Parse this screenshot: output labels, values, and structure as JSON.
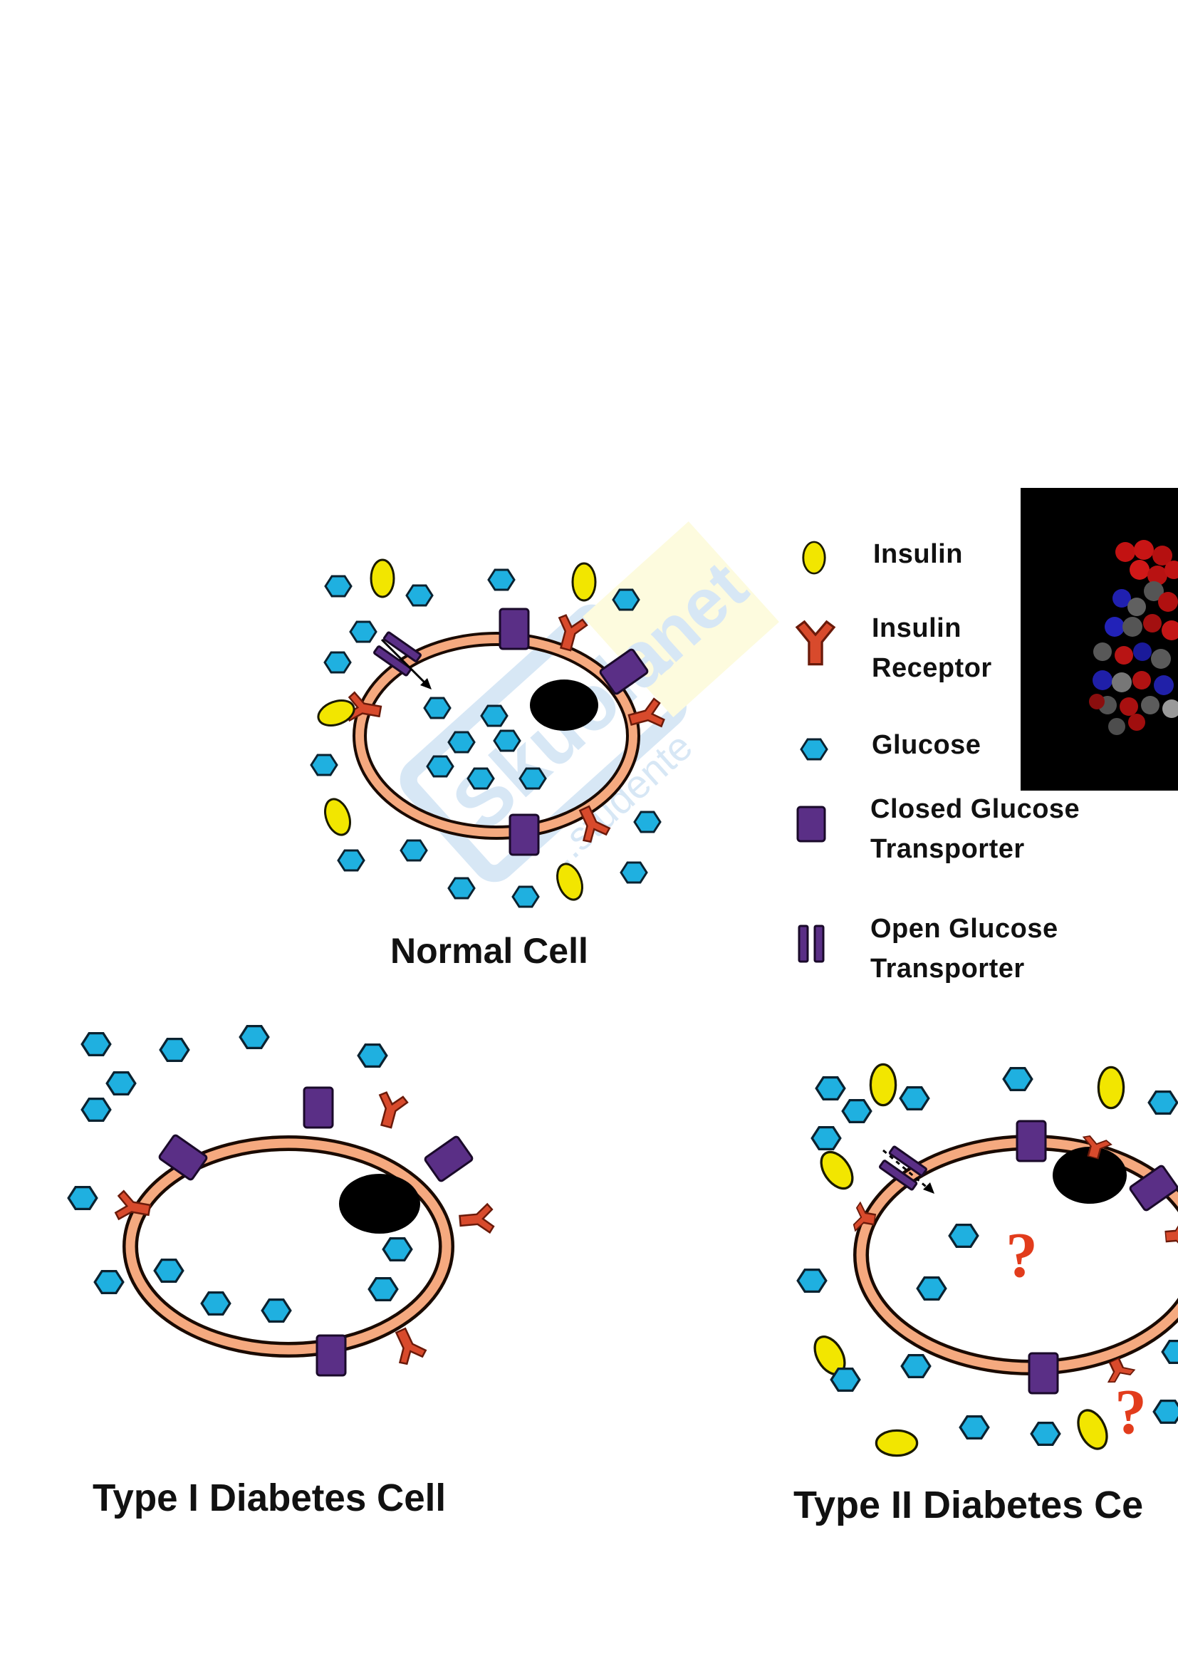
{
  "diagram": {
    "title": "Insulin, glucose transport in normal and diabetic cells",
    "panels": [
      {
        "id": "normal",
        "caption": "Normal Cell"
      },
      {
        "id": "type1",
        "caption": "Type I Diabetes Cell"
      },
      {
        "id": "type2",
        "caption": "Type II Diabetes Ce"
      }
    ],
    "legend": [
      {
        "icon": "insulin-icon",
        "lines": [
          "Insulin"
        ]
      },
      {
        "icon": "insulin-receptor-icon",
        "lines": [
          "Insulin",
          "Receptor"
        ]
      },
      {
        "icon": "glucose-icon",
        "lines": [
          "Glucose"
        ]
      },
      {
        "icon": "closed-glucose-transporter-icon",
        "lines": [
          "Closed Glucose",
          "Transporter"
        ]
      },
      {
        "icon": "open-glucose-transporter-icon",
        "lines": [
          "Open Glucose",
          "Transporter"
        ]
      }
    ],
    "annotations": {
      "question_mark": "?"
    },
    "watermark": {
      "brand": "Skuola",
      "suffix": ".net",
      "tagline": "...studente"
    },
    "colors": {
      "insulin": "#f2e600",
      "receptor": "#d84a2c",
      "glucose": "#1fb0e0",
      "transporter": "#5a2f86",
      "membrane": "#f5a97f",
      "nucleus": "#000000",
      "question": "#e23c1c",
      "molecule_bg": "#000000"
    }
  }
}
